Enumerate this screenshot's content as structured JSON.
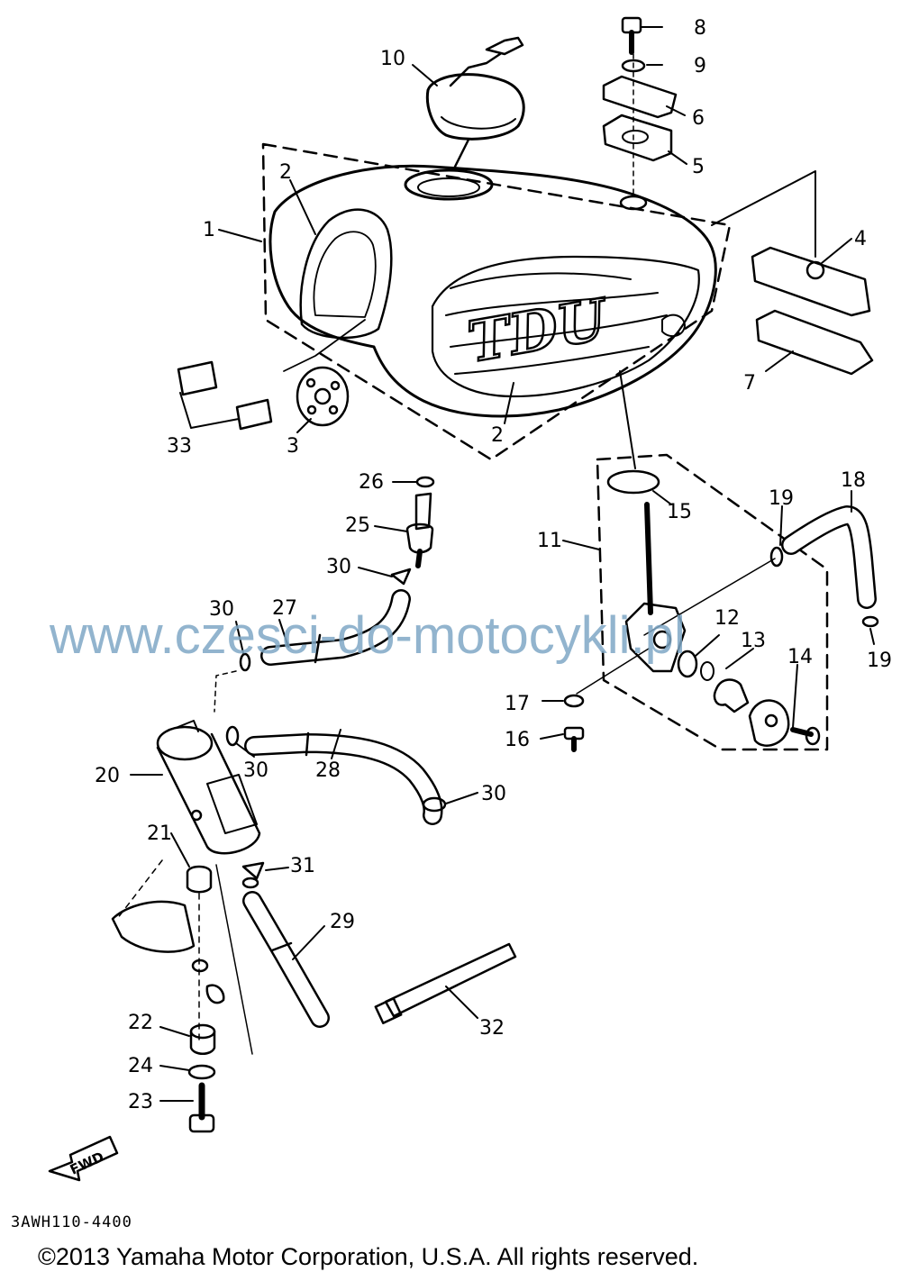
{
  "callouts": [
    {
      "n": "1",
      "name": "fuel-tank-assy"
    },
    {
      "n": "2",
      "name": "graphic-left"
    },
    {
      "n": "2",
      "name": "graphic-right"
    },
    {
      "n": "3",
      "name": "damper"
    },
    {
      "n": "4",
      "name": "bracket-rear"
    },
    {
      "n": "5",
      "name": "damper-mount"
    },
    {
      "n": "6",
      "name": "plate"
    },
    {
      "n": "7",
      "name": "bracket-pad"
    },
    {
      "n": "8",
      "name": "bolt"
    },
    {
      "n": "9",
      "name": "washer"
    },
    {
      "n": "10",
      "name": "fuel-cap"
    },
    {
      "n": "11",
      "name": "fuel-cock-assy"
    },
    {
      "n": "12",
      "name": "gasket"
    },
    {
      "n": "13",
      "name": "lever"
    },
    {
      "n": "14",
      "name": "screw"
    },
    {
      "n": "15",
      "name": "o-ring"
    },
    {
      "n": "16",
      "name": "drain-bolt"
    },
    {
      "n": "17",
      "name": "drain-gasket"
    },
    {
      "n": "18",
      "name": "fuel-hose"
    },
    {
      "n": "19",
      "name": "clip-upper"
    },
    {
      "n": "19",
      "name": "clip-right"
    },
    {
      "n": "20",
      "name": "fuel-pump"
    },
    {
      "n": "21",
      "name": "damper-pump"
    },
    {
      "n": "22",
      "name": "collar"
    },
    {
      "n": "23",
      "name": "pump-bolt"
    },
    {
      "n": "24",
      "name": "pump-washer"
    },
    {
      "n": "25",
      "name": "fuel-filter"
    },
    {
      "n": "26",
      "name": "filter-clip"
    },
    {
      "n": "27",
      "name": "hose-short"
    },
    {
      "n": "28",
      "name": "hose-long"
    },
    {
      "n": "29",
      "name": "breather-hose"
    },
    {
      "n": "30",
      "name": "clip-a"
    },
    {
      "n": "30",
      "name": "clip-b"
    },
    {
      "n": "30",
      "name": "clip-c"
    },
    {
      "n": "30",
      "name": "clip-d"
    },
    {
      "n": "31",
      "name": "clip-pump"
    },
    {
      "n": "32",
      "name": "band"
    },
    {
      "n": "33",
      "name": "emblem-set"
    }
  ],
  "tank_graphic_text": "TDU",
  "fwd_label": "FWD",
  "diagram_code": "3AWH110-4400",
  "watermark": "www.czesci-do-motocykli.pl",
  "copyright": "©2013 Yamaha Motor Corporation, U.S.A. All rights reserved."
}
